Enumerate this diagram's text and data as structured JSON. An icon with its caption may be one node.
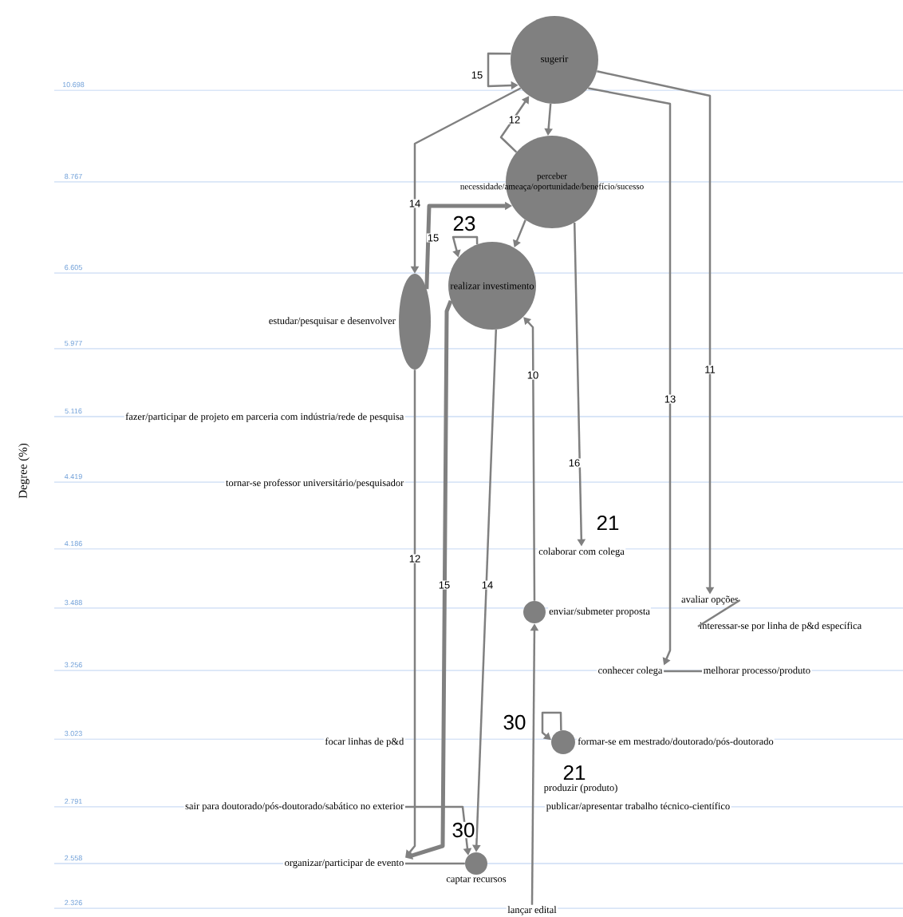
{
  "diagram": {
    "nodes": [
      {
        "text": [
          "sugerir"
        ]
      },
      {
        "text": [
          "perceber necessidade/ameaça/oportunidade/benefício/sucesso"
        ]
      },
      {
        "text": [
          "realizar investimento"
        ]
      },
      {
        "text": [
          "estudar/pesquisar e desenvolver"
        ]
      },
      {
        "text": [
          "fazer/participar de projeto em parceria com indústria/rede de pesquisa"
        ]
      },
      {
        "text": [
          "tornar-se professor universitário/pesquisador"
        ]
      },
      {
        "text": [
          "colaborar com colega"
        ]
      },
      {
        "text": [
          "avaliar opções"
        ]
      },
      {
        "text": [
          "enviar/submeter proposta"
        ]
      },
      {
        "text": [
          "interessar-se por linha de p&d específica"
        ]
      },
      {
        "text": [
          "conhecer colega"
        ]
      },
      {
        "text": [
          "melhorar processo/produto"
        ]
      },
      {
        "text": [
          "focar linhas de p&d"
        ]
      },
      {
        "text": [
          "formar-se em mestrado/doutorado/pós-doutorado"
        ]
      },
      {
        "text": [
          "produzir (produto)"
        ]
      },
      {
        "text": [
          "sair para doutorado/pós-doutorado/sabático no exterior"
        ]
      },
      {
        "text": [
          "publicar/apresentar trabalho técnico-científico"
        ]
      },
      {
        "text": [
          "organizar/participar de evento"
        ]
      },
      {
        "text": [
          "captar recursos"
        ]
      },
      {
        "text": [
          "lançar edital"
        ]
      }
    ],
    "edges": [
      {
        "from": 0,
        "to": 0,
        "arrow": "to",
        "label": "15"
      },
      {
        "from": 0,
        "to": 3,
        "arrow": "to",
        "label": "14"
      },
      {
        "from": 1,
        "to": 0,
        "arrow": "to",
        "label": "12"
      },
      {
        "from": 0,
        "to": 1,
        "arrow": "to"
      },
      {
        "from": 3,
        "to": 1,
        "arrow": "to",
        "label": "15",
        "style": "thick"
      },
      {
        "from": 2,
        "to": 2,
        "arrow": "to",
        "label": "23"
      },
      {
        "from": 1,
        "to": 2,
        "arrow": "to"
      },
      {
        "from": 0,
        "to": 10,
        "arrow": "to",
        "label": "13"
      },
      {
        "from": 0,
        "to": 7,
        "arrow": "to",
        "label": "11"
      },
      {
        "from": 1,
        "to": 6,
        "arrow": "to",
        "label": "16"
      },
      {
        "from": 8,
        "to": 2,
        "arrow": "to",
        "label": "10"
      },
      {
        "from": 19,
        "to": 8,
        "arrow": "to"
      },
      {
        "from": 3,
        "to": 17,
        "arrow": "to",
        "label": "12"
      },
      {
        "from": 2,
        "to": 17,
        "arrow": "to",
        "label": "15",
        "style": "thick"
      },
      {
        "from": 2,
        "to": 18,
        "arrow": "to",
        "label": "14"
      },
      {
        "from": 13,
        "to": 13,
        "arrow": "to",
        "label": "30"
      },
      {
        "from": 15,
        "to": 18,
        "arrow": "to",
        "label": "30"
      },
      {
        "from": 7,
        "to": 9,
        "arrow": "none"
      },
      {
        "from": 10,
        "to": 11,
        "arrow": "none"
      },
      {
        "from": 17,
        "to": 18,
        "arrow": "none"
      }
    ],
    "labels": [
      "Degree (%)",
      "10.698",
      "8.767",
      "6.605",
      "5.977",
      "5.116",
      "4.419",
      "4.186",
      "3.488",
      "3.256",
      "3.023",
      "2.791",
      "2.558",
      "2.326",
      "21",
      "21"
    ]
  }
}
